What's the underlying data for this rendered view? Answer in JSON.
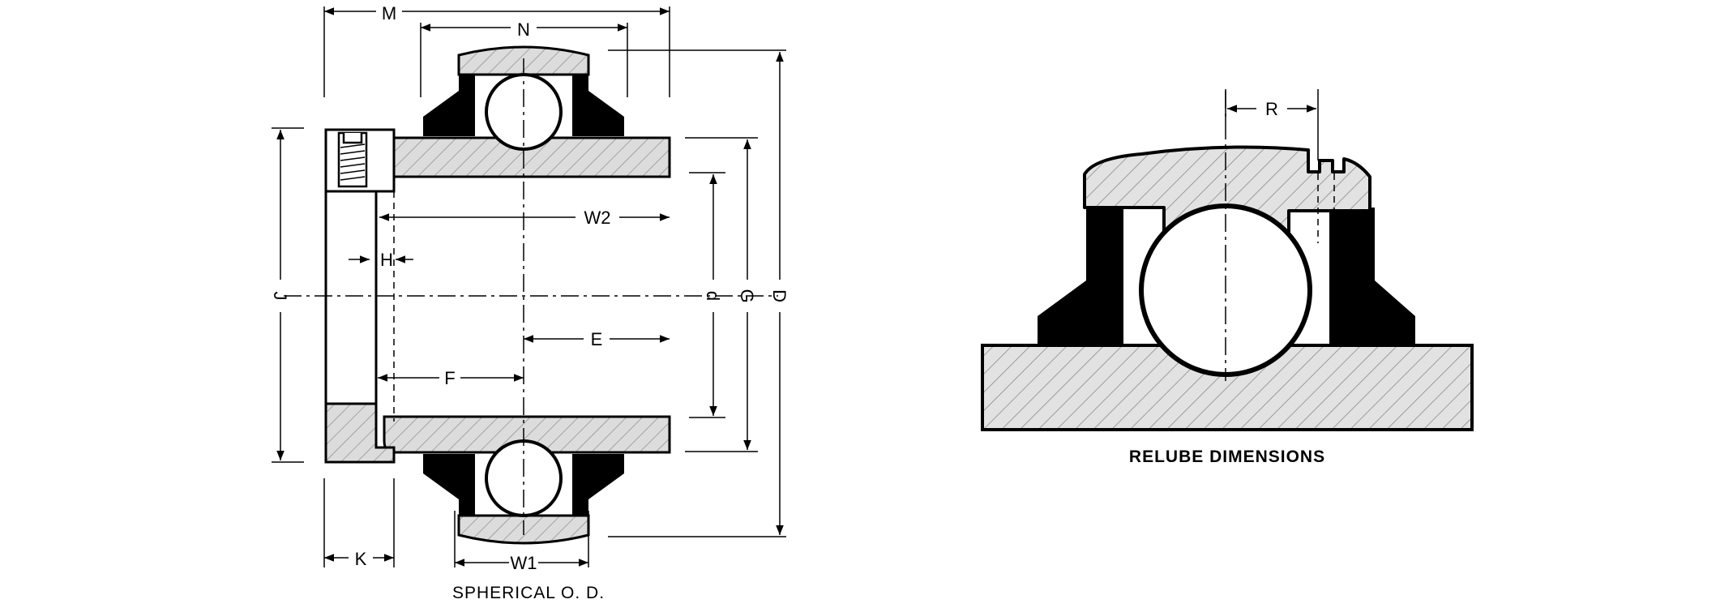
{
  "left_view": {
    "caption": "SPHERICAL  O. D.",
    "labels": {
      "M": "M",
      "N": "N",
      "W2": "W2",
      "H": "H",
      "J": "J",
      "d": "d",
      "G": "G",
      "D": "D",
      "E": "E",
      "F": "F",
      "K": "K",
      "W1": "W1"
    }
  },
  "right_view": {
    "caption": "RELUBE DIMENSIONS",
    "labels": {
      "R": "R"
    }
  },
  "colors": {
    "ink": "#000000",
    "paper": "#ffffff",
    "hatch_fill": "#dcdcdc"
  }
}
